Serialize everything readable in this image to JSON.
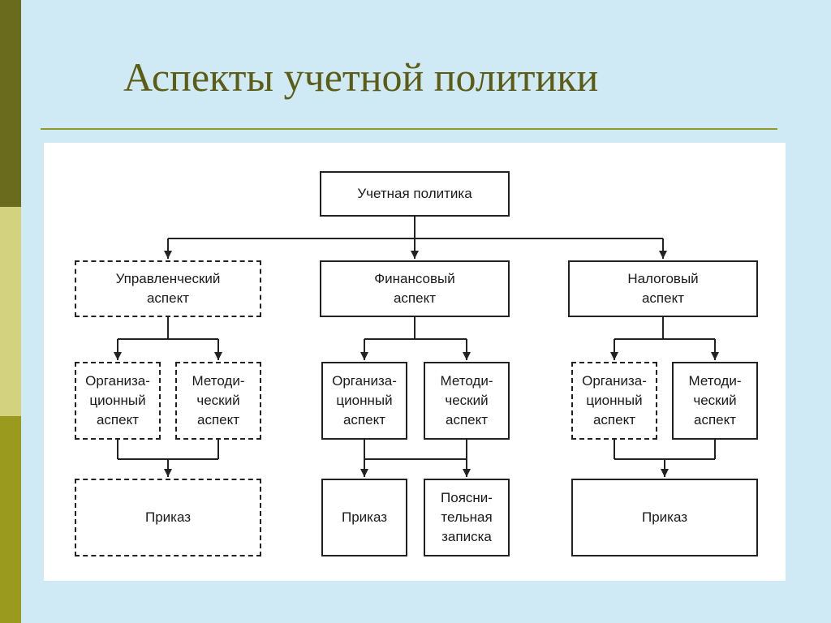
{
  "slide": {
    "title": "Аспекты учетной политики"
  },
  "diagram": {
    "root": "Учетная политика",
    "branches": [
      {
        "label": "Управленческий\nаспект",
        "children": [
          "Организа-\nционный\nаспект",
          "Методи-\nческий\nаспект"
        ],
        "outputs": [
          "Приказ"
        ]
      },
      {
        "label": "Финансовый\nаспект",
        "children": [
          "Организа-\nционный\nаспект",
          "Методи-\nческий\nаспект"
        ],
        "outputs": [
          "Приказ",
          "Поясни-\nтельная\nзаписка"
        ]
      },
      {
        "label": "Налоговый\nаспект",
        "children": [
          "Организа-\nционный\nаспект",
          "Методи-\nческий\nаспект"
        ],
        "outputs": [
          "Приказ"
        ]
      }
    ]
  }
}
